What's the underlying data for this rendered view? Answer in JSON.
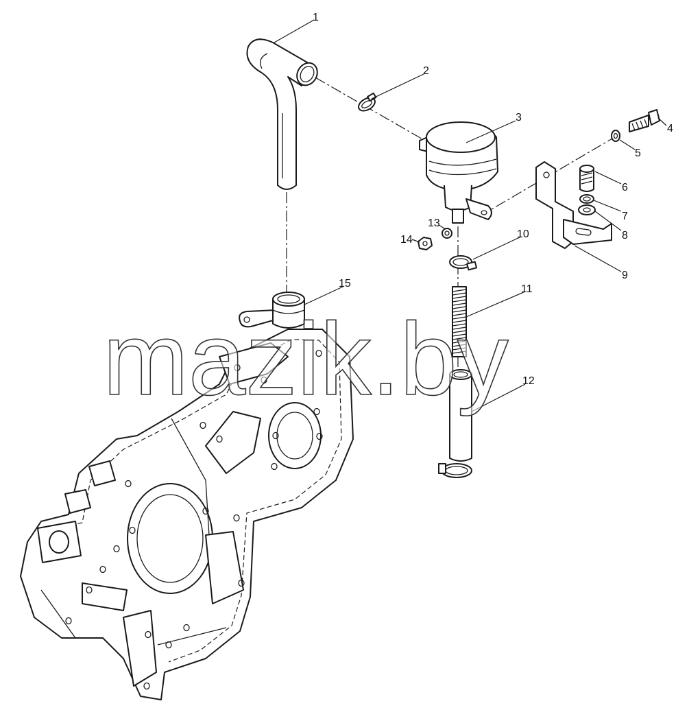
{
  "watermark": "mazik.by",
  "callouts": [
    "1",
    "2",
    "3",
    "4",
    "5",
    "6",
    "7",
    "8",
    "9",
    "10",
    "11",
    "12",
    "13",
    "14",
    "15"
  ],
  "colors": {
    "line": "#1a1a1a",
    "background": "#ffffff"
  }
}
